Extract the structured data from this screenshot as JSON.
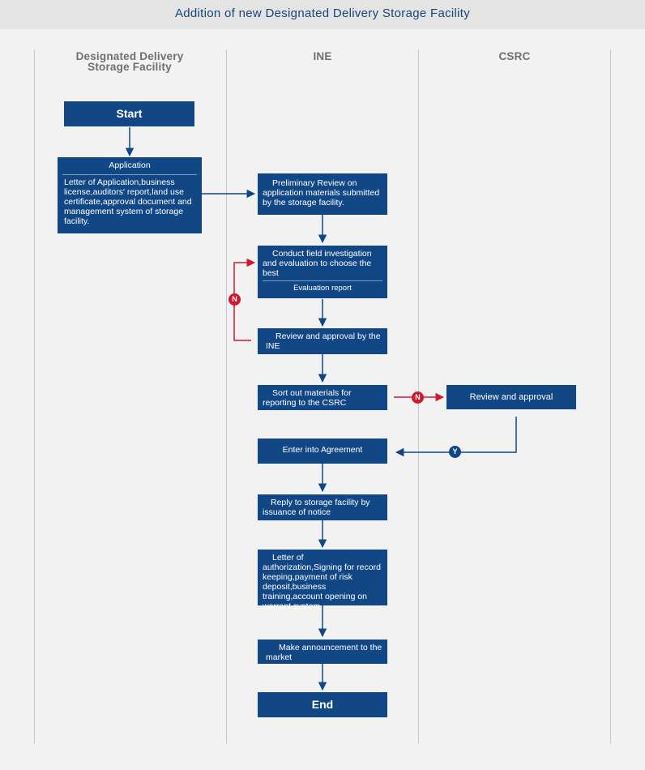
{
  "title": "Addition of new Designated Delivery Storage Facility",
  "lanes": {
    "storage": "Designated Delivery Storage Facility",
    "ine": "INE",
    "csrc": "CSRC"
  },
  "nodes": {
    "start": "Start",
    "application_title": "Application",
    "application_body": "Letter of Application,business license,auditors' report,land use certificate,approval document and management system of storage facility.",
    "preliminary_review": "Preliminary Review on application materials submitted by the storage facility.",
    "field_investigation": "Conduct field investigation and evaluation to choose the best",
    "evaluation_report": "Evaluation report",
    "review_ine": "Review and approval by the INE",
    "sort_out": "Sort out materials for reporting to the CSRC",
    "review_csrc": "Review and approval",
    "enter_agreement": "Enter into Agreement",
    "reply_notice": "Reply to storage facility by issuance of notice",
    "letter_authorization": "Letter of authorization,Signing for record keeping,payment of risk deposit,business training,account opening on warrant system",
    "announcement": "Make announcement to the market",
    "end": "End"
  },
  "markers": {
    "no_loop": "N",
    "no_csrc": "N",
    "yes_csrc": "Y"
  },
  "colors": {
    "box": "#124785",
    "arrow": "#124785",
    "reject": "#d0192f",
    "title": "#15457a"
  }
}
